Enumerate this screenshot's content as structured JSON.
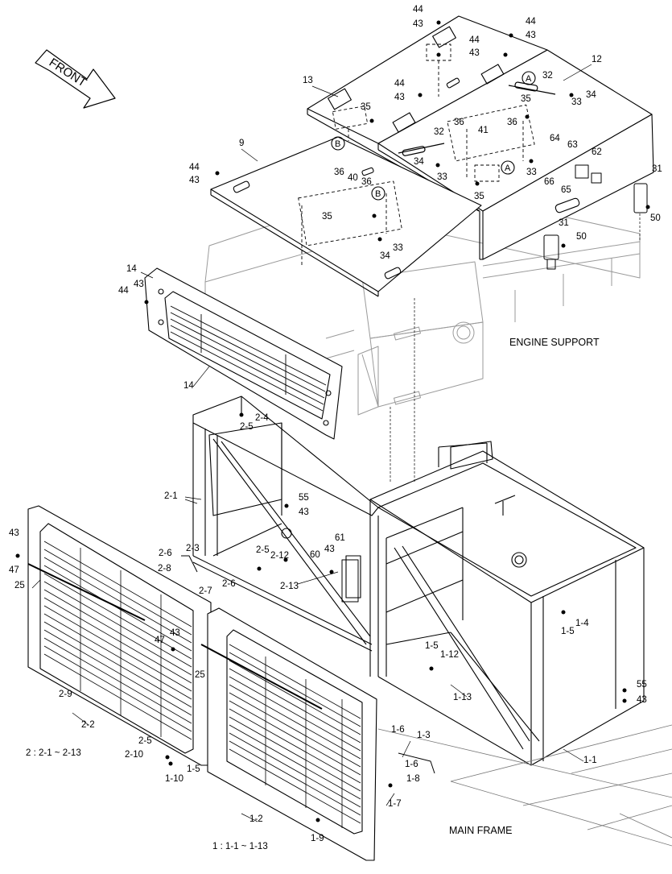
{
  "figure": {
    "front": "FRONT",
    "engine_support": "ENGINE SUPPORT",
    "main_frame": "MAIN FRAME",
    "group_1": "1 : 1-1 ~ 1-13",
    "group_2": "2 : 2-1 ~ 2-13",
    "marker_a": "A",
    "marker_b": "B"
  },
  "callouts": [
    "44",
    "43",
    "44",
    "43",
    "44",
    "43",
    "44",
    "43",
    "12",
    "13",
    "32",
    "33",
    "34",
    "35",
    "35",
    "36",
    "41",
    "36",
    "32",
    "34",
    "33",
    "64",
    "63",
    "62",
    "66",
    "65",
    "9",
    "33",
    "35",
    "36",
    "40",
    "36",
    "44",
    "43",
    "35",
    "34",
    "33",
    "31",
    "50",
    "31",
    "50",
    "14",
    "44",
    "43",
    "14",
    "2-4",
    "2-5",
    "2-1",
    "55",
    "43",
    "43",
    "47",
    "25",
    "2-6",
    "2-8",
    "2-3",
    "2-7",
    "2-6",
    "2-5",
    "2-12",
    "61",
    "60",
    "43",
    "2-13",
    "47",
    "43",
    "25",
    "2-9",
    "1-5",
    "1-12",
    "1-4",
    "1-5",
    "1-13",
    "55",
    "43",
    "2-2",
    "2-5",
    "2-10",
    "1-5",
    "1-10",
    "1-6",
    "1-3",
    "1-6",
    "1-8",
    "1-7",
    "1-1",
    "1-2",
    "1-9"
  ]
}
